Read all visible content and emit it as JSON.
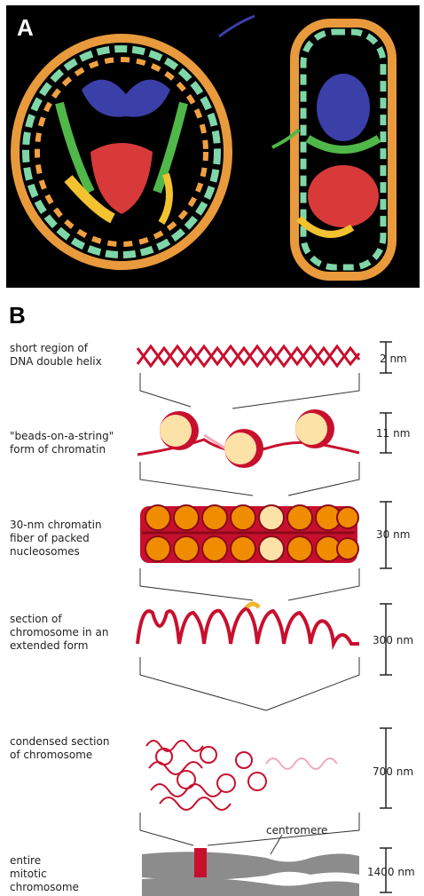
{
  "panels": {
    "a_label": "A",
    "b_label": "B"
  },
  "levels": [
    {
      "label_line1": "short region of",
      "label_line2": "DNA double helix",
      "label_line3": "",
      "size": "2 nm"
    },
    {
      "label_line1": "\"beads-on-a-string\"",
      "label_line2": "form of chromatin",
      "label_line3": "",
      "size": "11 nm"
    },
    {
      "label_line1": "30-nm chromatin",
      "label_line2": "fiber of packed",
      "label_line3": "nucleosomes",
      "size": "30 nm"
    },
    {
      "label_line1": "section of",
      "label_line2": "chromosome in an",
      "label_line3": "extended form",
      "size": "300 nm"
    },
    {
      "label_line1": "condensed section",
      "label_line2": "of chromosome",
      "label_line3": "",
      "size": "700 nm"
    },
    {
      "label_line1": "entire",
      "label_line2": "mitotic",
      "label_line3": "chromosome",
      "size": "1400 nm"
    }
  ],
  "annotations": {
    "centromere": "centromere"
  },
  "colors": {
    "dna_red": "#c8102e",
    "histone_orange": "#f08c00",
    "bead_cream": "#fde2a8",
    "chromosome_grey": "#8c8c8c",
    "highlight_yellow": "#f2b530"
  }
}
